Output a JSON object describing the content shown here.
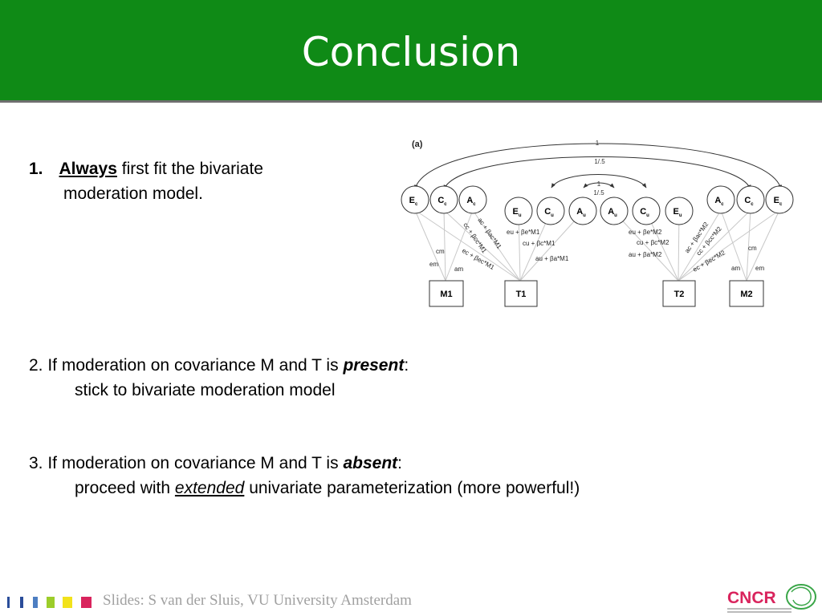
{
  "title": "Conclusion",
  "items": {
    "item1": {
      "number": "1.",
      "emph": "Always",
      "rest": "first fit the bivariate",
      "line2": "moderation model."
    },
    "item2": {
      "prefix": "2. If moderation on covariance M and T is",
      "emph": "present",
      "colon": ":",
      "line2": "stick to bivariate moderation model"
    },
    "item3": {
      "prefix": "3. If moderation on covariance M and T is",
      "emph": "absent",
      "colon": ":",
      "line2_pre": "proceed with",
      "line2_emph": "extended",
      "line2_post": "univariate parameterization (more powerful!)"
    }
  },
  "diagram": {
    "panel_label": "(a)",
    "outer_arc_label": "1",
    "middle_arc_label": "1/.5",
    "inner_arc_top_label": "1",
    "inner_arc_bottom_label": "1/.5",
    "left_factors": [
      "E",
      "C",
      "A"
    ],
    "left_factor_subscript": "c",
    "center_left_factors": [
      "E",
      "C",
      "A"
    ],
    "center_right_factors": [
      "A",
      "C",
      "E"
    ],
    "center_factor_subscript": "u",
    "right_factors": [
      "A",
      "C",
      "E"
    ],
    "right_factor_subscript": "c",
    "boxes": [
      "M1",
      "T1",
      "T2",
      "M2"
    ],
    "left_m_paths": [
      "cm",
      "em",
      "am"
    ],
    "right_m_paths": [
      "cm",
      "am",
      "em"
    ],
    "left_c_paths": [
      "ac + βac*M1",
      "cc + βcc*M1",
      "ec + βec*M1"
    ],
    "left_u_paths": [
      "eu + βe*M1",
      "cu + βc*M1",
      "au + βa*M1"
    ],
    "right_u_paths": [
      "eu + βe*M2",
      "cu + βc*M2",
      "au + βa*M2"
    ],
    "right_c_paths": [
      "ec + βec*M2",
      "cc + βcc*M2",
      "ac + βac*M2"
    ]
  },
  "footer": {
    "credit": "Slides: S van der Sluis, VU University Amsterdam",
    "logo_text": "CNCR",
    "square_colors": [
      "#2a4d9a",
      "#4d7ec2",
      "#9ccd2a",
      "#f2e21b",
      "#d9245d"
    ]
  }
}
